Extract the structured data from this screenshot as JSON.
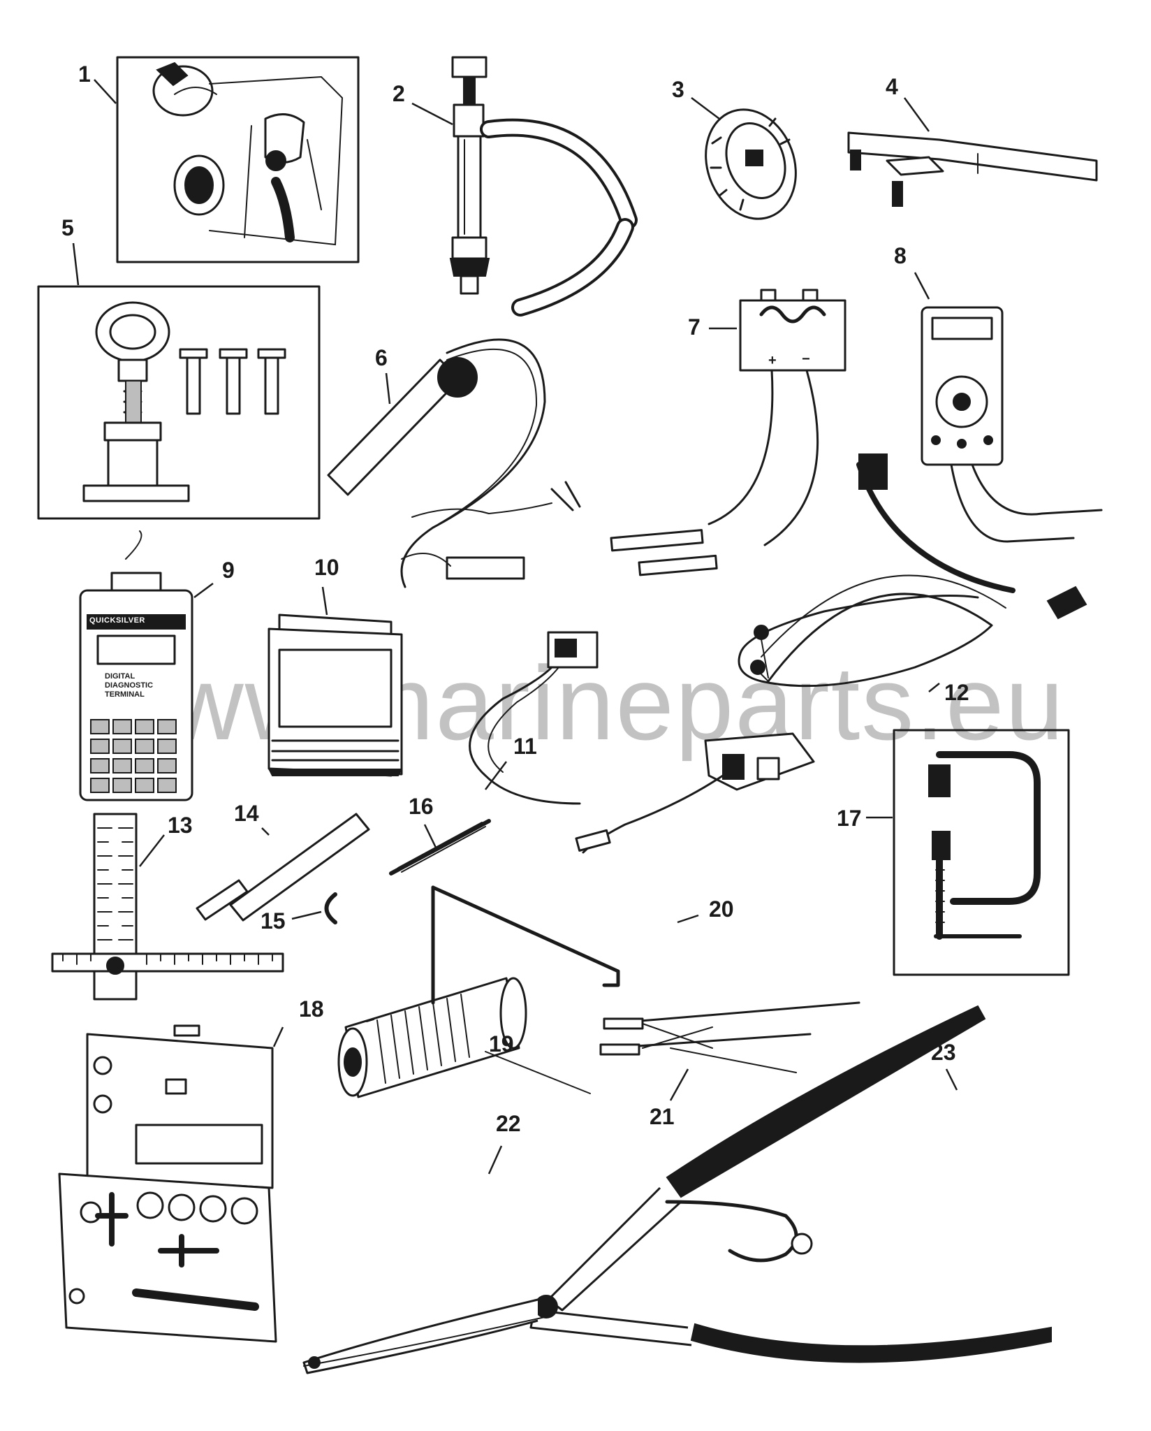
{
  "watermark": "www.marineparts.eu",
  "callouts": {
    "c1": "1",
    "c2": "2",
    "c3": "3",
    "c4": "4",
    "c5": "5",
    "c6": "6",
    "c7": "7",
    "c8": "8",
    "c9": "9",
    "c10": "10",
    "c11": "11",
    "c12": "12",
    "c13": "13",
    "c14": "14",
    "c15": "15",
    "c16": "16",
    "c17": "17",
    "c18": "18",
    "c19": "19",
    "c20": "20",
    "c21": "21",
    "c22": "22",
    "c23": "23"
  },
  "labels": {
    "tester_brand": "QUICKSILVER",
    "tester_line1": "DIGITAL",
    "tester_line2": "DIAGNOSTIC",
    "tester_line3": "TERMINAL",
    "box_plus": "+",
    "box_minus": "−"
  }
}
